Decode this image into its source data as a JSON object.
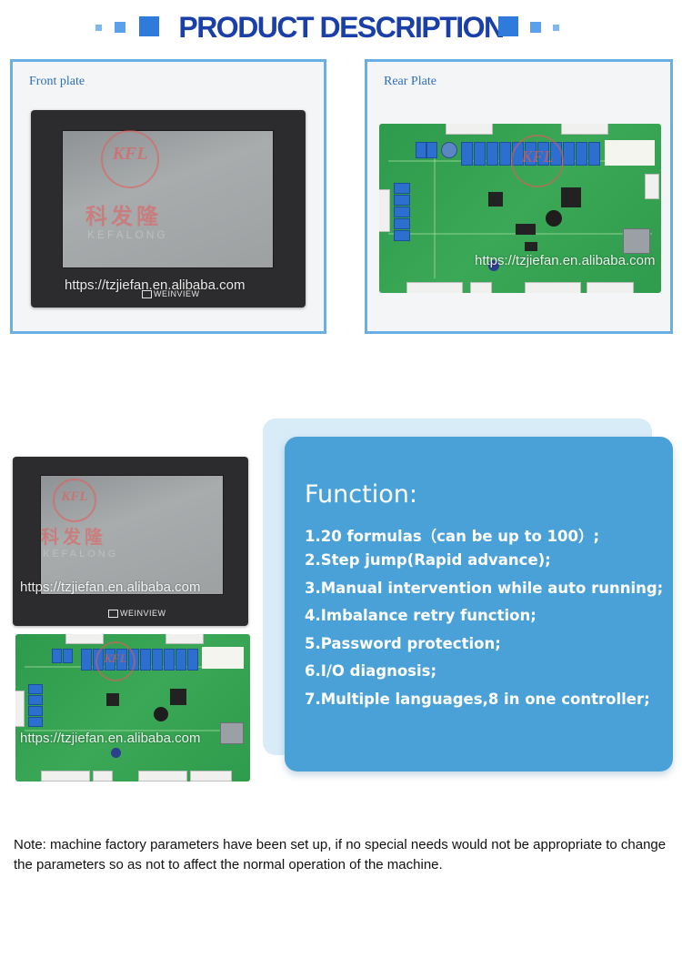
{
  "header": {
    "title": "PRODUCT DESCRIPTION"
  },
  "panels": {
    "front_label": "Front plate",
    "rear_label": "Rear Plate"
  },
  "device": {
    "brand": "WEINVIEW"
  },
  "watermark": {
    "url": "https://tzjiefan.en.alibaba.com",
    "url_short": "https://tzjiefan.en.alibaba.com",
    "logo": "KFL",
    "cn": "科发隆",
    "en": "KEFALONG"
  },
  "function": {
    "title": "Function:",
    "items": [
      "1.20 formulas（can be up to 100）;",
      " 2.Step jump(Rapid advance);",
      "3.Manual intervention while auto running;",
      " 4.Imbalance retry function;",
      " 5.Password protection;",
      " 6.I/O diagnosis;",
      " 7.Multiple languages,8 in one controller;"
    ]
  },
  "note": "Note: machine factory parameters have been set up, if no special needs would not be appropriate to change the parameters so as not to affect the normal operation of the machine.",
  "colors": {
    "title": "#1a3fa8",
    "accent": "#4aa1d8",
    "panel_border": "#6aaee6"
  }
}
